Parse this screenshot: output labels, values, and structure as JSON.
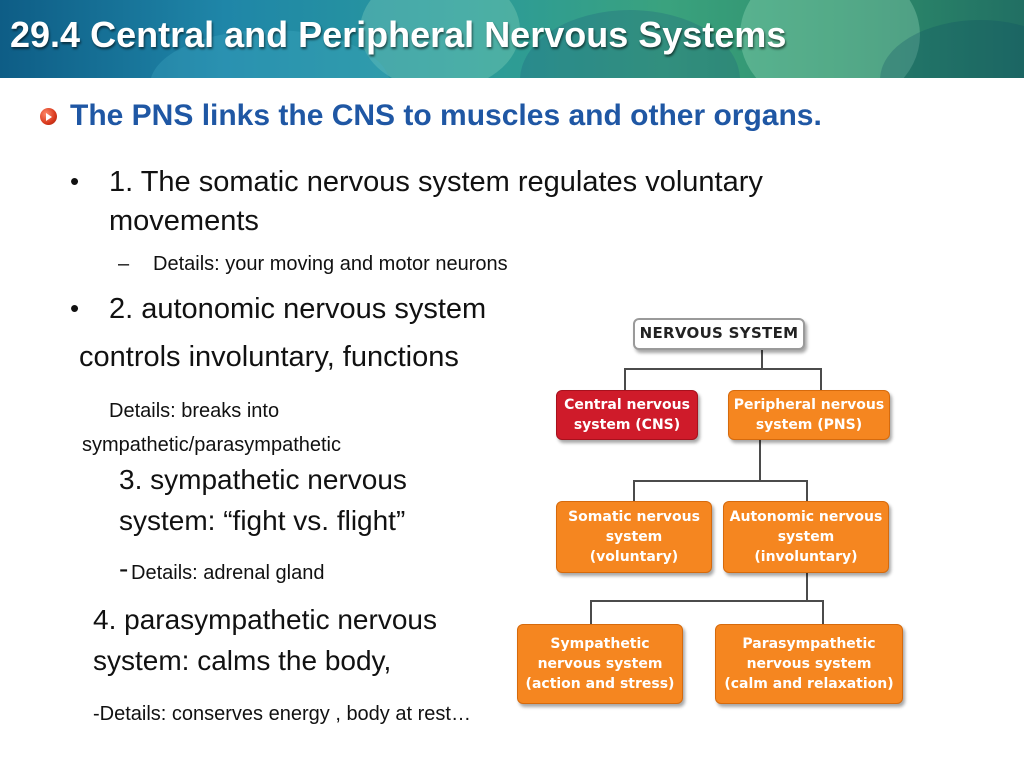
{
  "title": "29.4 Central and Peripheral Nervous Systems",
  "headline": "The PNS links the CNS to muscles and other organs.",
  "bullets": {
    "b1_line1": "1. The somatic nervous system regulates voluntary",
    "b1_line2": "movements",
    "b1_dash": "–",
    "b1_detail": "Details:  your moving and motor neurons",
    "b2_line1": "2. autonomic nervous system",
    "b2_line2": "controls involuntary, functions",
    "b2_detail_line1": "Details:  breaks into",
    "b2_detail_line2": "sympathetic/parasympathetic",
    "b3_line1": "3.  sympathetic nervous",
    "b3_line2": "system: “fight vs. flight”",
    "b3_detail_prefix": "-",
    "b3_detail": "Details:  adrenal gland",
    "b4_line1": "4.  parasympathetic nervous",
    "b4_line2": "system: calms the body,",
    "b4_detail": "-Details:  conserves energy , body at rest…",
    "bullet_char": "•"
  },
  "diagram": {
    "root": "NERVOUS SYSTEM",
    "cns": "Central nervous\nsystem (CNS)",
    "pns": "Peripheral nervous\nsystem (PNS)",
    "somatic": "Somatic nervous\nsystem\n(voluntary)",
    "autonomic": "Autonomic nervous\nsystem\n(involuntary)",
    "sympathetic": "Sympathetic\nnervous system\n(action and stress)",
    "parasympathetic": "Parasympathetic\nnervous system\n(calm and relaxation)"
  },
  "colors": {
    "banner": "#1f86a8",
    "headline": "#1f57a4",
    "orange_box": "#f58620",
    "red_box": "#cf1b2a"
  }
}
